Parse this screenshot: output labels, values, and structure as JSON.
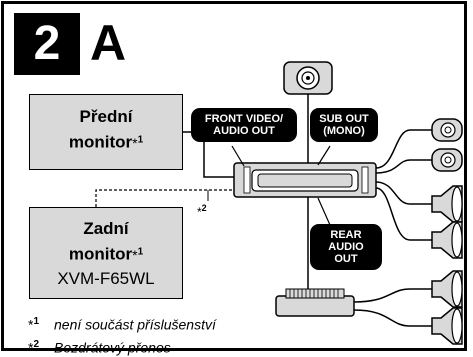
{
  "step": {
    "number": "2",
    "letter": "A"
  },
  "front_monitor": {
    "line1": "Přední",
    "line2": "monitor",
    "footnote": "1"
  },
  "rear_monitor": {
    "line1": "Zadní",
    "line2": "monitor",
    "footnote": "1",
    "model": "XVM-F65WL"
  },
  "labels": {
    "front_video_audio_out_1": "FRONT VIDEO/",
    "front_video_audio_out_2": "AUDIO OUT",
    "sub_out_1": "SUB OUT",
    "sub_out_2": "(MONO)",
    "rear_audio_out_1": "REAR",
    "rear_audio_out_2": "AUDIO OUT",
    "wireless_marker": "2"
  },
  "footnotes": [
    {
      "mark": "1",
      "text": "není součást příslušenství"
    },
    {
      "mark": "2",
      "text": "Bezdrátový přenos"
    }
  ]
}
